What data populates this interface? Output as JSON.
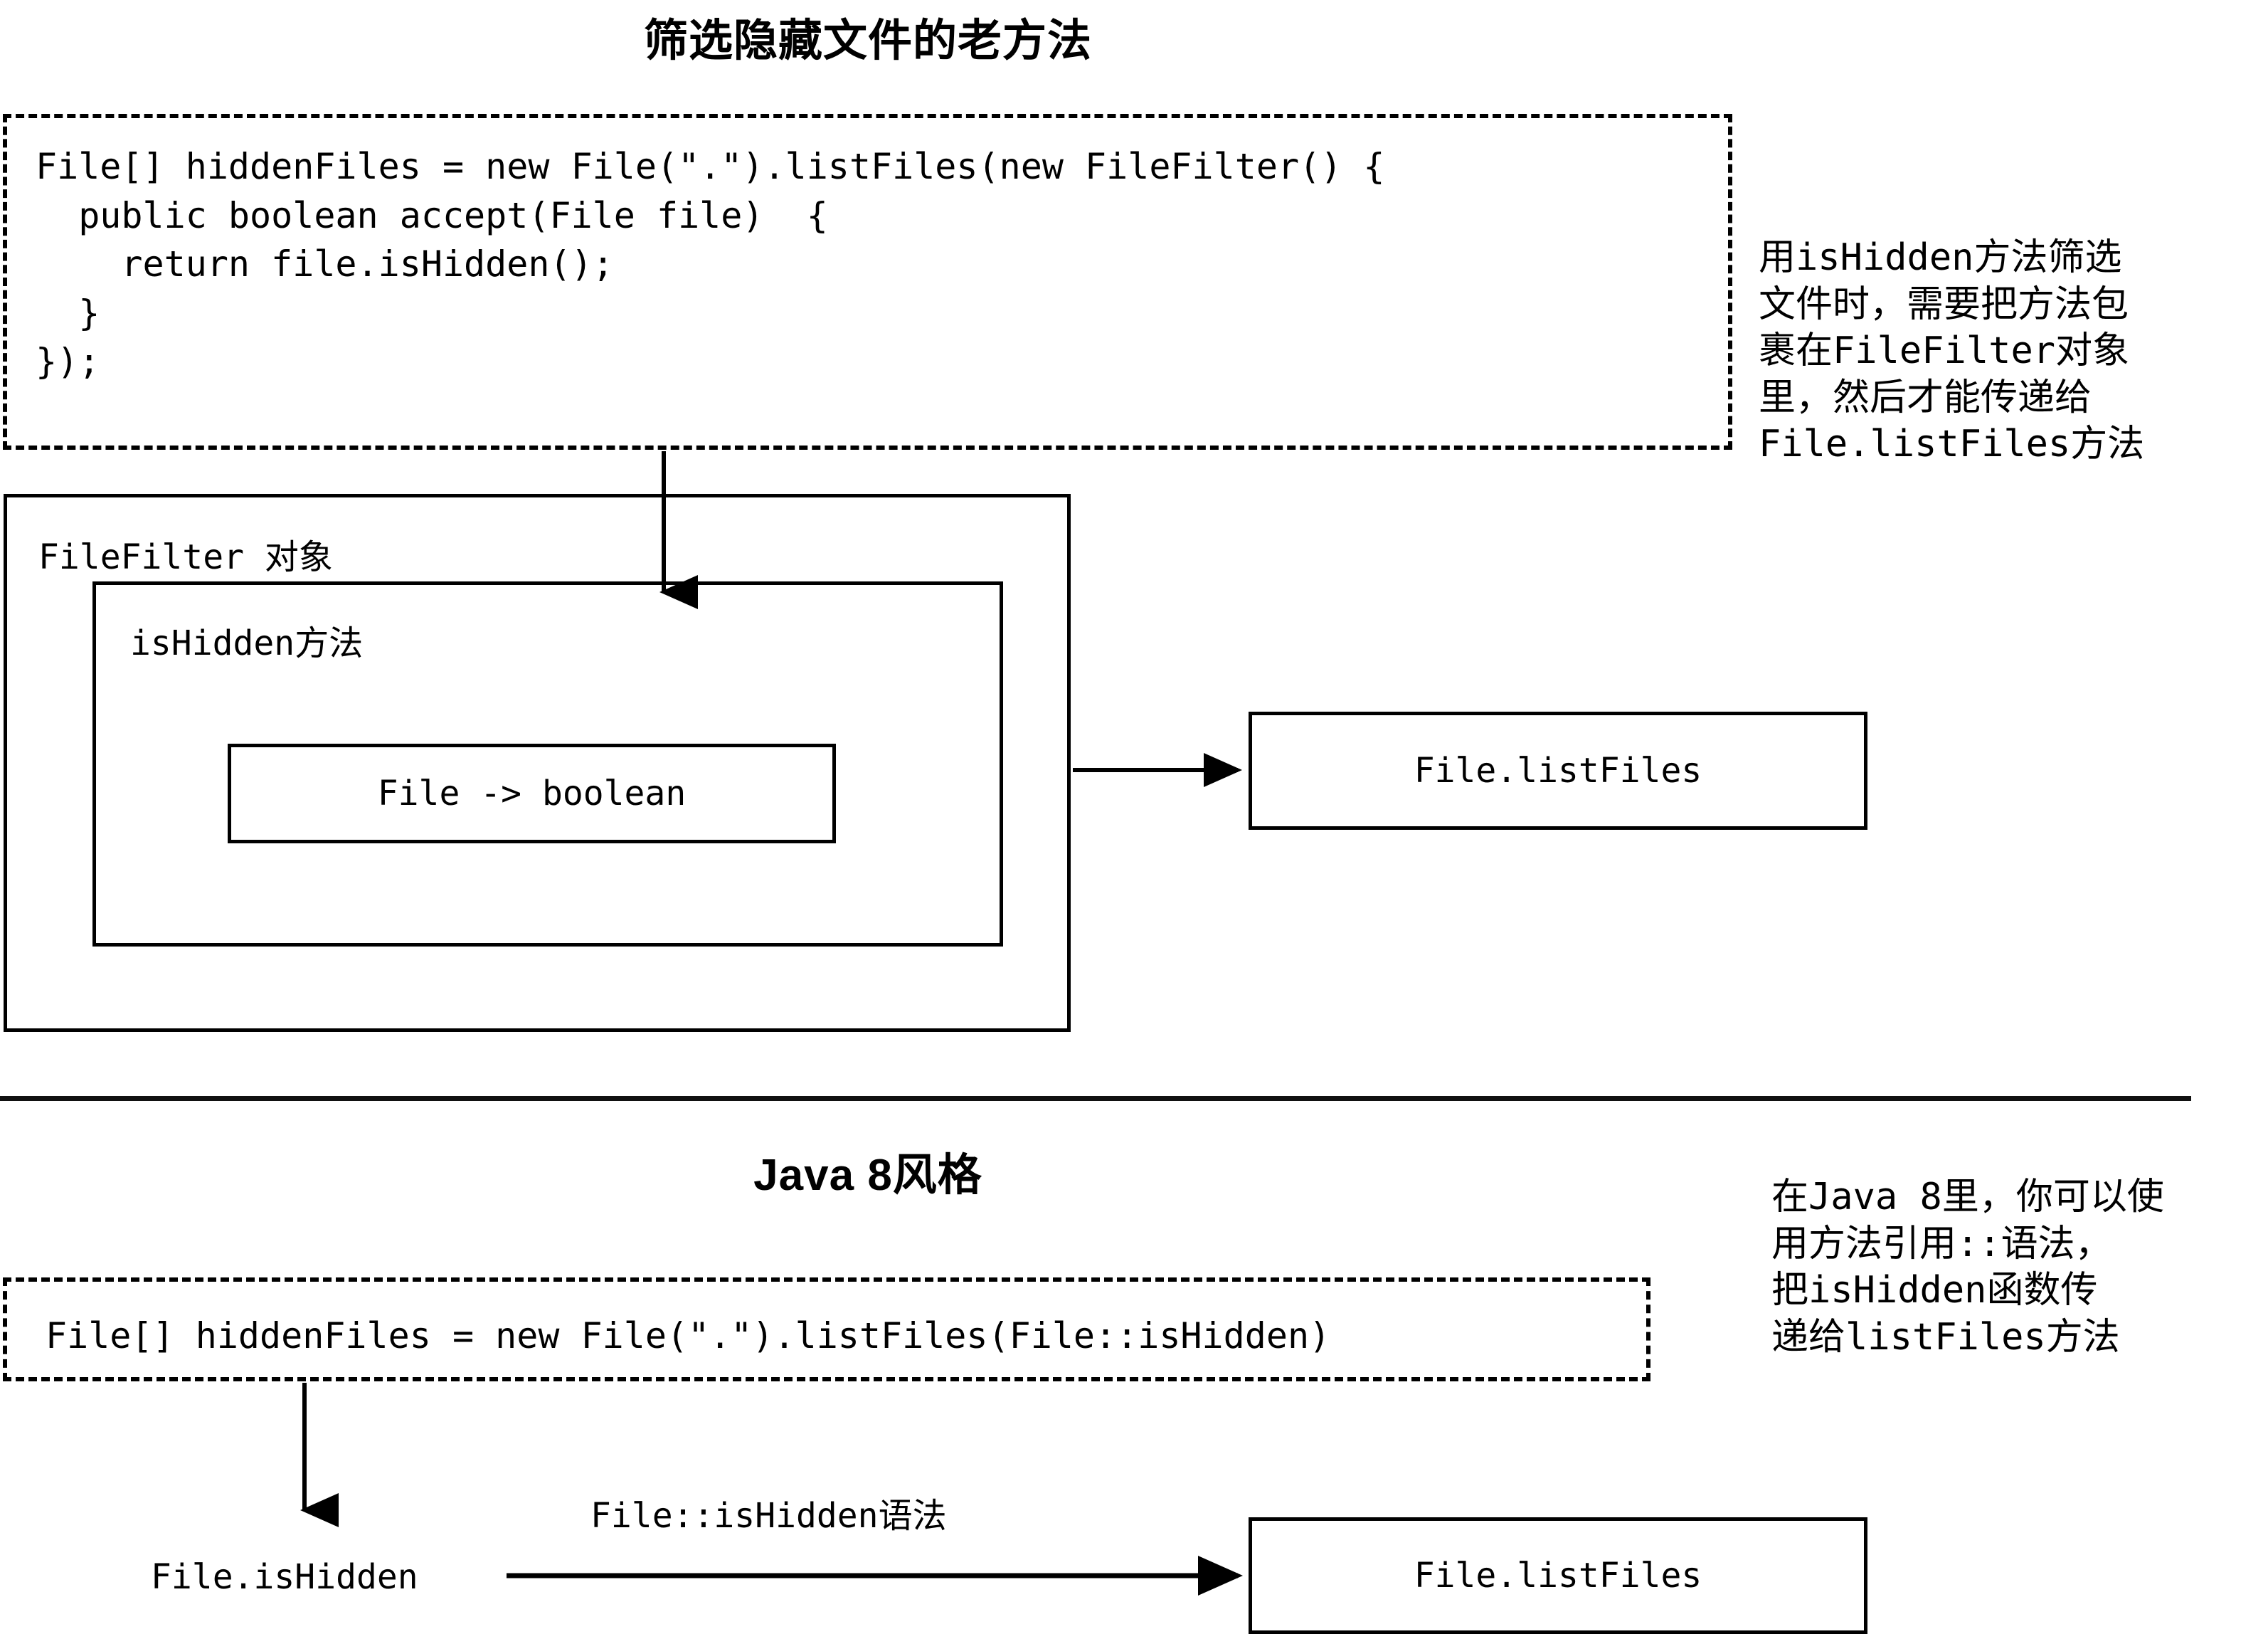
{
  "sections": {
    "old": {
      "title": "筛选隐藏文件的老方法",
      "code": "File[] hiddenFiles = new File(\".\").listFiles(new FileFilter() {\n  public boolean accept(File file)  {\n    return file.isHidden();\n  }\n});",
      "note": "用isHidden方法筛选\n文件时，需要把方法包\n裹在FileFilter对象\n里，然后才能传递给\nFile.listFiles方法",
      "filter_box_label": "FileFilter 对象",
      "method_box_label": "isHidden方法",
      "signature_box_label": "File -> boolean",
      "target_box_label": "File.listFiles"
    },
    "new": {
      "title": "Java 8风格",
      "code": "File[] hiddenFiles = new File(\".\").listFiles(File::isHidden)",
      "note": "在Java 8里，你可以使\n用方法引用::语法，\n把isHidden函数传\n递给listFiles方法",
      "source_label": "File.isHidden",
      "arrow_label": "File::isHidden语法",
      "target_box_label": "File.listFiles"
    }
  },
  "style": {
    "ink": "#000000",
    "paper": "#ffffff"
  }
}
